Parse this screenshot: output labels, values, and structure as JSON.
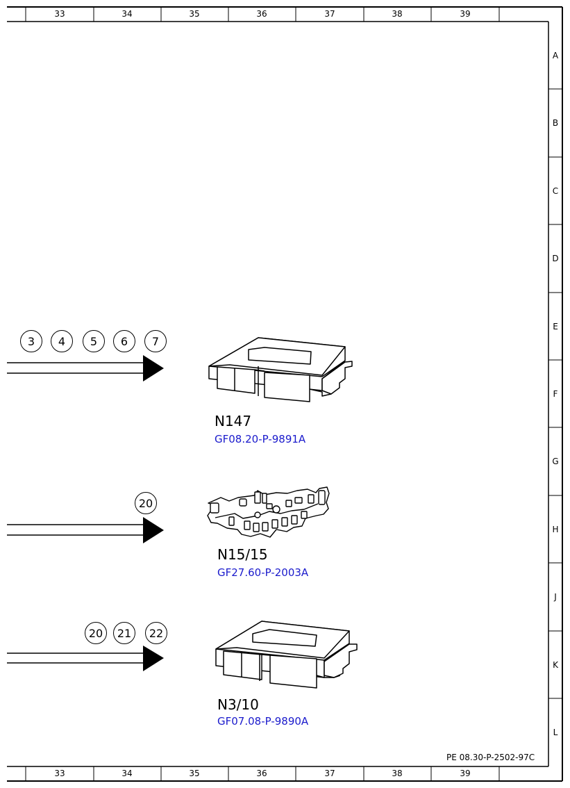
{
  "frame": {
    "columns": [
      "33",
      "34",
      "35",
      "36",
      "37",
      "38",
      "39"
    ],
    "rows": [
      "A",
      "B",
      "C",
      "D",
      "E",
      "F",
      "G",
      "H",
      "J",
      "K",
      "L"
    ]
  },
  "components": [
    {
      "name": "N147",
      "link": "GF08.20-P-9891A",
      "connectors": [
        "3",
        "4",
        "5",
        "6",
        "7"
      ],
      "icon": "control-unit-box"
    },
    {
      "name": "N15/15",
      "link": "GF27.60-P-2003A",
      "connectors": [
        "20"
      ],
      "icon": "valve-body-plate"
    },
    {
      "name": "N3/10",
      "link": "GF07.08-P-9890A",
      "connectors": [
        "20",
        "21",
        "22"
      ],
      "icon": "control-unit-box"
    }
  ],
  "document_ref": "PE 08.30-P-2502-97C",
  "colors": {
    "line": "#000000",
    "link": "#1a1acc",
    "background": "#ffffff"
  }
}
